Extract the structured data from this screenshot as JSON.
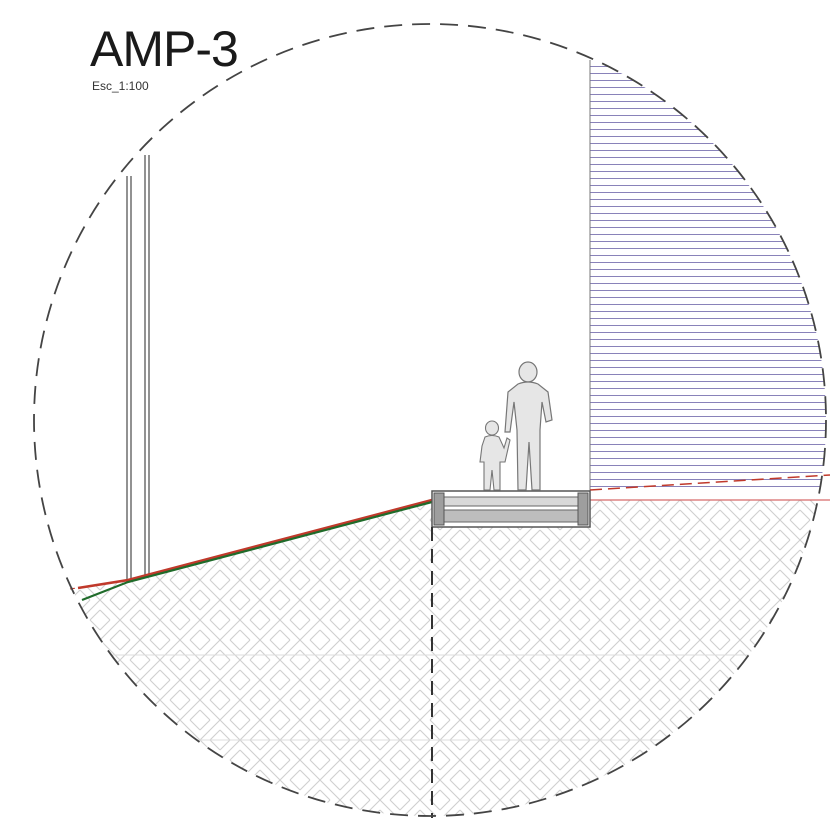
{
  "title": "AMP-3",
  "scale": "Esc_1:100",
  "colors": {
    "outline": "#444444",
    "terrain_existing": "#c0392b",
    "terrain_proposed": "#1f6b2a",
    "facade_hatch": "#5a4fa0",
    "soil_hatch": "#c8c8c8",
    "slab_fill": "#bdbdbd"
  },
  "elements": {
    "detail_circle": "dashed-circle",
    "section_line": "dashed-vertical",
    "soil": "herringbone-hatch",
    "facade": "horizontal-siding",
    "figures": [
      "adult-figure",
      "child-figure"
    ]
  }
}
